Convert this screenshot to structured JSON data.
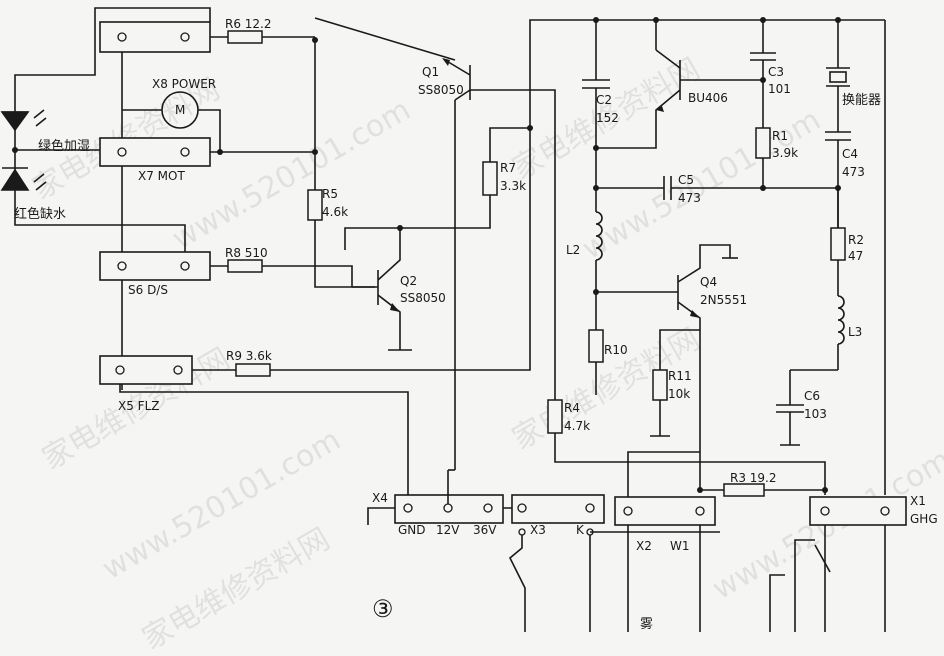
{
  "labels": {
    "r6": "R6 12.2",
    "x8": "X8 POWER",
    "motor": "M",
    "green": "绿色加湿",
    "x7": "X7 MOT",
    "red": "红色缺水",
    "r5": "R5",
    "r5v": "4.6k",
    "r8": "R8 510",
    "s6": "S6 D/S",
    "q1": "Q1",
    "q1t": "SS8050",
    "r7": "R7",
    "r7v": "3.3k",
    "q2": "Q2",
    "q2t": "SS8050",
    "r9": "R9 3.6k",
    "x5": "X5 FLZ",
    "c2": "C2",
    "c2v": "152",
    "bu": "BU406",
    "c3": "C3",
    "c3v": "101",
    "transducer": "换能器",
    "r1": "R1",
    "r1v": "3.9k",
    "c4": "C4",
    "c4v": "473",
    "c5": "C5",
    "c5v": "473",
    "l2": "L2",
    "q4": "Q4",
    "q4t": "2N5551",
    "r2": "R2",
    "r2v": "47",
    "l3": "L3",
    "r10": "R10",
    "r11": "R11",
    "r11v": "10k",
    "c6": "C6",
    "c6v": "103",
    "r4": "R4",
    "r4v": "4.7k",
    "r3": "R3 19.2",
    "x4": "X4",
    "gnd": "GND",
    "v12": "12V",
    "v36": "36V",
    "x3": "X3",
    "k": "K",
    "x2": "X2",
    "w1": "W1",
    "x1": "X1",
    "ghg": "GHG",
    "fig": "③",
    "fog": "雾"
  },
  "watermarks": [
    "家电维修资料网",
    "www.520101.com"
  ]
}
